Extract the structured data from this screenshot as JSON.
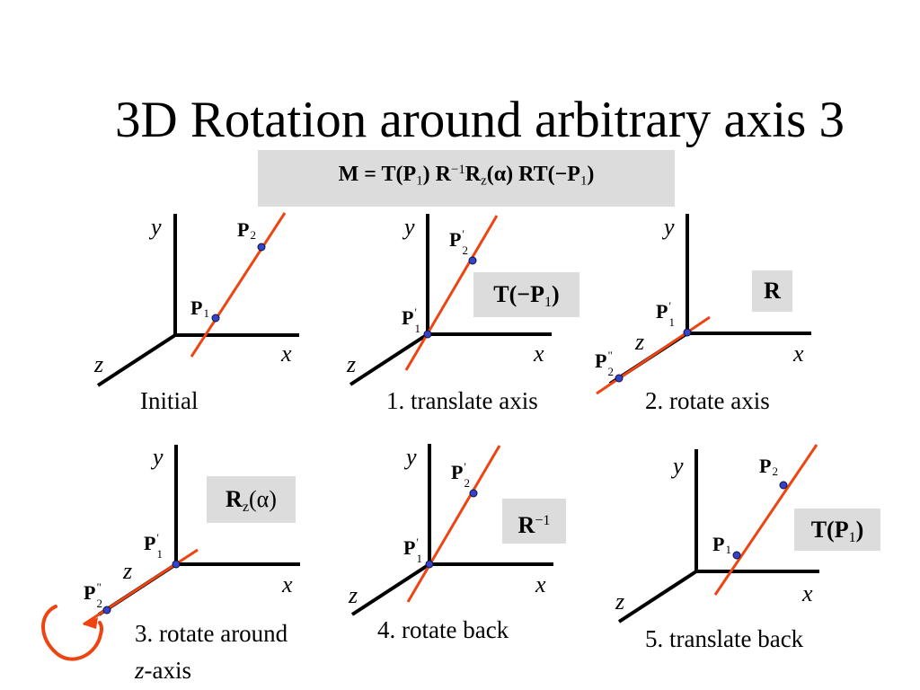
{
  "title": "3D Rotation around arbitrary axis 3",
  "formula": {
    "parts": [
      "M = T(",
      "P",
      "1",
      ") R",
      "−1",
      "R",
      "z",
      "(α) RT(−",
      "P",
      "1",
      ")"
    ]
  },
  "axes": {
    "x": "x",
    "y": "y",
    "z": "z"
  },
  "points": {
    "p": "P",
    "one": "1",
    "two": "2",
    "prime": "'",
    "dprime": "\""
  },
  "operators": {
    "translate": {
      "main": "T(−P",
      "sub": "1",
      "end": ")"
    },
    "rotate": "R",
    "rotate_z": {
      "main": "R",
      "sub": "z",
      "end": "(α)"
    },
    "rotate_back": {
      "main": "R",
      "sup": "−1"
    },
    "translate_back": {
      "main": "T(P",
      "sub": "1",
      "end": ")"
    }
  },
  "panels": [
    {
      "caption": "Initial"
    },
    {
      "caption": "1. translate axis"
    },
    {
      "caption": "2. rotate axis"
    },
    {
      "caption": "3. rotate around",
      "caption2_italic": "z",
      "caption2_rest": "-axis"
    },
    {
      "caption": "4. rotate back"
    },
    {
      "caption": "5. translate back"
    }
  ],
  "colors": {
    "axis": "#000000",
    "line": "#ee4411",
    "point_fill": "#3344cc",
    "point_stroke": "#111133",
    "box": "#dcdcdc"
  }
}
